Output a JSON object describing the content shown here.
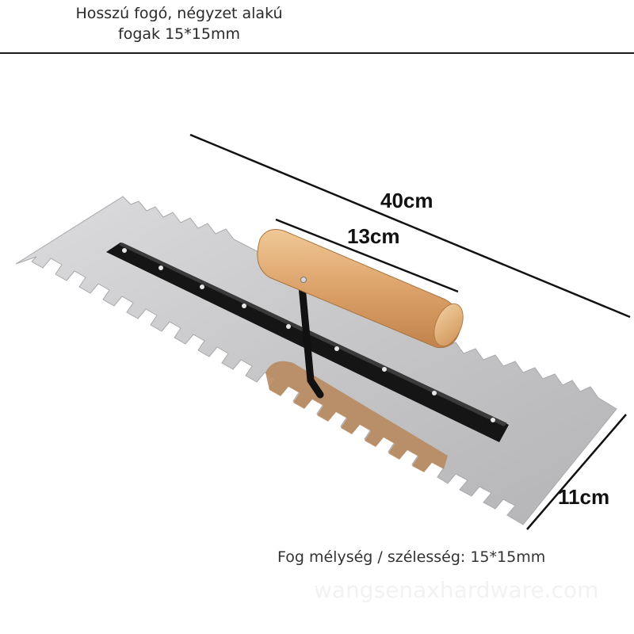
{
  "title": {
    "line1": "Hosszú fogó, négyzet alakú",
    "line2": "fogak 15*15mm"
  },
  "dimensions": {
    "length": "40cm",
    "handle": "13cm",
    "width": "11cm"
  },
  "spec": "Fog mélység / szélesség: 15*15mm",
  "watermark": "wangsenaxhardware.com",
  "colors": {
    "blade": "#cfcfd1",
    "handle_wood": "#e2b07c",
    "rail": "#1a1a1a",
    "shadow": "#b38962"
  }
}
